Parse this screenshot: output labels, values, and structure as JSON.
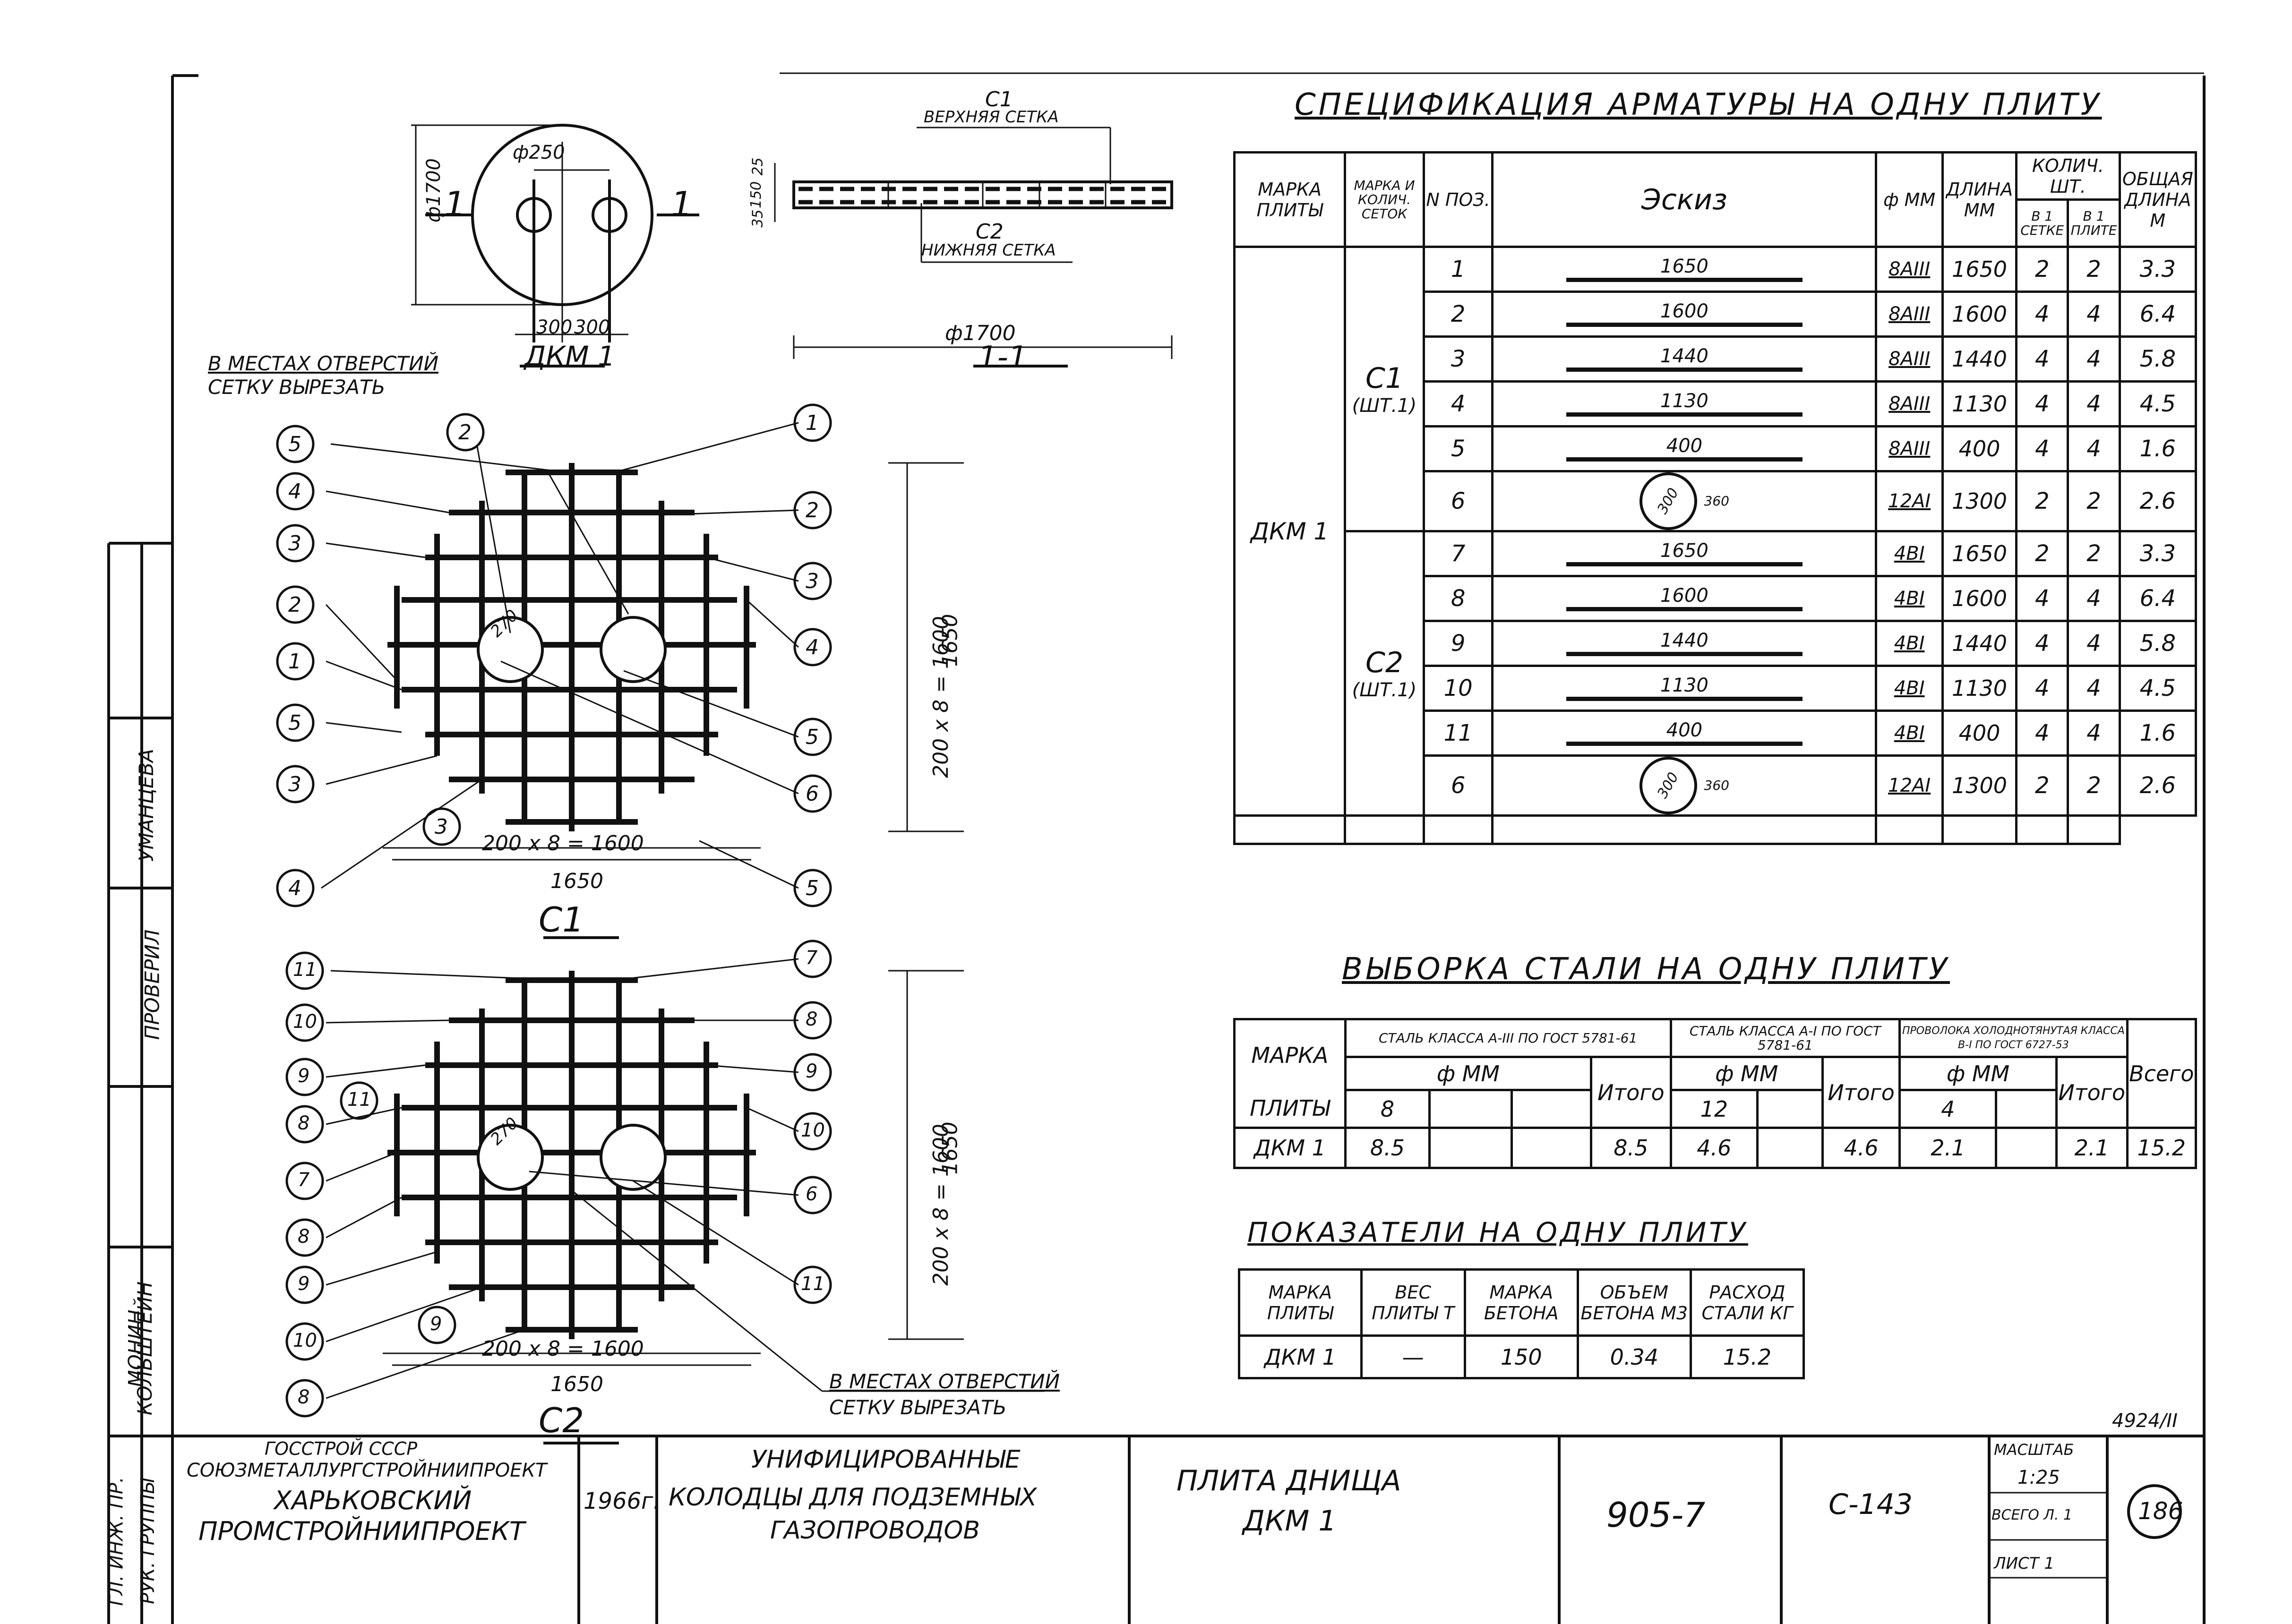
{
  "drawing": {
    "plan_title": "ДКМ 1",
    "section_title": "1-1",
    "dim_diameter": "ф1700",
    "dim_hole": "ф250",
    "dim_300a": "300",
    "dim_300b": "300",
    "section_mark": "1",
    "top_mesh": "С1",
    "top_mesh_label": "ВЕРХНЯЯ СЕТКА",
    "bottom_mesh": "С2",
    "bottom_mesh_label": "НИЖНЯЯ СЕТКА",
    "dim_25": "25",
    "dim_150": "150",
    "dim_35": "35",
    "cut_note_1": "В МЕСТАХ ОТВЕРСТИЙ",
    "cut_note_2": "СЕТКУ ВЫРЕЗАТЬ",
    "c1_title": "С1",
    "c2_title": "С2",
    "mesh_span": "200 x 8 = 1600",
    "mesh_total": "1650",
    "mesh_v_span": "200 x 8 = 1600",
    "mesh_v_total": "1650",
    "dim_270": "270",
    "c1_left_callouts": [
      "5",
      "4",
      "3",
      "2",
      "1",
      "5",
      "3",
      "4"
    ],
    "c1_right_callouts": [
      "1",
      "2",
      "3",
      "4",
      "5",
      "6",
      "5"
    ],
    "c1_inner_callouts": [
      "2",
      "3"
    ],
    "c2_left_callouts": [
      "11",
      "10",
      "9",
      "8",
      "7",
      "8",
      "9",
      "10",
      "8"
    ],
    "c2_right_callouts": [
      "7",
      "8",
      "9",
      "10",
      "6",
      "11"
    ],
    "c2_inner_callouts": [
      "11",
      "9"
    ]
  },
  "spec": {
    "title": "СПЕЦИФИКАЦИЯ   АРМАТУРЫ НА ОДНУ ПЛИТУ",
    "headers": {
      "mark": "МАРКА ПЛИТЫ",
      "mesh": "МАРКА И КОЛИЧ. СЕТОК",
      "pos": "N ПОЗ.",
      "sketch": "Эскиз",
      "dia": "ф ММ",
      "length": "ДЛИНА ММ",
      "qty": "КОЛИЧ. ШТ.",
      "qty_mesh": "В 1 СЕТКЕ",
      "qty_plate": "В 1 ПЛИТЕ",
      "total": "ОБЩАЯ ДЛИНА М"
    },
    "plate_mark": "ДКМ 1",
    "mesh1": "С1",
    "mesh1_qty": "(ШТ.1)",
    "mesh2": "С2",
    "mesh2_qty": "(ШТ.1)",
    "ring_dims": [
      "360",
      "300"
    ],
    "rows": [
      {
        "pos": "1",
        "sketch": "1650",
        "dia": "8АIII",
        "len": "1650",
        "m": "2",
        "p": "2",
        "tot": "3.3"
      },
      {
        "pos": "2",
        "sketch": "1600",
        "dia": "8АIII",
        "len": "1600",
        "m": "4",
        "p": "4",
        "tot": "6.4"
      },
      {
        "pos": "3",
        "sketch": "1440",
        "dia": "8АIII",
        "len": "1440",
        "m": "4",
        "p": "4",
        "tot": "5.8"
      },
      {
        "pos": "4",
        "sketch": "1130",
        "dia": "8АIII",
        "len": "1130",
        "m": "4",
        "p": "4",
        "tot": "4.5"
      },
      {
        "pos": "5",
        "sketch": "400",
        "dia": "8АIII",
        "len": "400",
        "m": "4",
        "p": "4",
        "tot": "1.6"
      },
      {
        "pos": "6",
        "sketch": "",
        "dia": "12АI",
        "len": "1300",
        "m": "2",
        "p": "2",
        "tot": "2.6"
      },
      {
        "pos": "7",
        "sketch": "1650",
        "dia": "4BI",
        "len": "1650",
        "m": "2",
        "p": "2",
        "tot": "3.3"
      },
      {
        "pos": "8",
        "sketch": "1600",
        "dia": "4BI",
        "len": "1600",
        "m": "4",
        "p": "4",
        "tot": "6.4"
      },
      {
        "pos": "9",
        "sketch": "1440",
        "dia": "4BI",
        "len": "1440",
        "m": "4",
        "p": "4",
        "tot": "5.8"
      },
      {
        "pos": "10",
        "sketch": "1130",
        "dia": "4BI",
        "len": "1130",
        "m": "4",
        "p": "4",
        "tot": "4.5"
      },
      {
        "pos": "11",
        "sketch": "400",
        "dia": "4BI",
        "len": "400",
        "m": "4",
        "p": "4",
        "tot": "1.6"
      },
      {
        "pos": "6",
        "sketch": "",
        "dia": "12АI",
        "len": "1300",
        "m": "2",
        "p": "2",
        "tot": "2.6"
      }
    ]
  },
  "steel": {
    "title": "ВЫБОРКА   СТАЛИ   НА ОДНУ   ПЛИТУ",
    "h_mark": "МАРКА",
    "h_plates": "ПЛИТЫ",
    "h_a3": "СТАЛЬ КЛАССА А-III ПО ГОСТ 5781-61",
    "h_a1": "СТАЛЬ КЛАССА А-I ПО ГОСТ 5781-61",
    "h_wire": "ПРОВОЛОКА ХОЛОДНОТЯНУТАЯ КЛАССА В-I ПО ГОСТ 6727-53",
    "h_dia": "ф ММ",
    "h_sum": "Итого",
    "h_total": "Всего",
    "d1": "8",
    "d2": "12",
    "d3": "4",
    "row": {
      "mark": "ДКМ 1",
      "a3_8": "8.5",
      "a3_sum": "8.5",
      "a1_12": "4.6",
      "a1_sum": "4.6",
      "w_4": "2.1",
      "w_sum": "2.1",
      "total": "15.2"
    }
  },
  "indicators": {
    "title": "ПОКАЗАТЕЛИ НА ОДНУ ПЛИТУ",
    "h_mark": "МАРКА ПЛИТЫ",
    "h_weight": "ВЕС ПЛИТЫ Т",
    "h_concrete": "МАРКА БЕТОНА",
    "h_volume": "ОБЪЕМ БЕТОНА М3",
    "h_steel": "РАСХОД СТАЛИ КГ",
    "row": {
      "mark": "ДКМ 1",
      "weight": "—",
      "concrete": "150",
      "volume": "0.34",
      "steel": "15.2"
    }
  },
  "stamp": {
    "sheet_ref": "4924/II",
    "org1": "ГОССТРОЙ СССР",
    "org2": "СОЮЗМЕТАЛЛУРГСТРОЙНИИПРОЕКТ",
    "org3": "ХАРЬКОВСКИЙ",
    "org4": "ПРОМСТРОЙНИИПРОЕКТ",
    "year": "1966г.",
    "project1": "УНИФИЦИРОВАННЫЕ",
    "project2": "КОЛОДЦЫ ДЛЯ ПОДЗЕМНЫХ",
    "project3": "ГАЗОПРОВОДОВ",
    "name1": "ПЛИТА  ДНИЩА",
    "name2": "ДКМ 1",
    "series": "905-7",
    "code": "С-143",
    "scale_label": "МАСШТАБ",
    "scale": "1:25",
    "sheets": "ВСЕГО Л. 1",
    "sheet": "ЛИСТ 1",
    "page_no": "186"
  },
  "side": {
    "roles": [
      "РУК. ГРУППЫ",
      "ГЛ. ИНЖ. ПР.",
      "",
      "ПРОВЕРИЛ",
      ""
    ],
    "names": [
      "МОНИН",
      "КОЛЬШТЕЙН",
      "",
      "УМАНЦЕВА",
      ""
    ]
  }
}
